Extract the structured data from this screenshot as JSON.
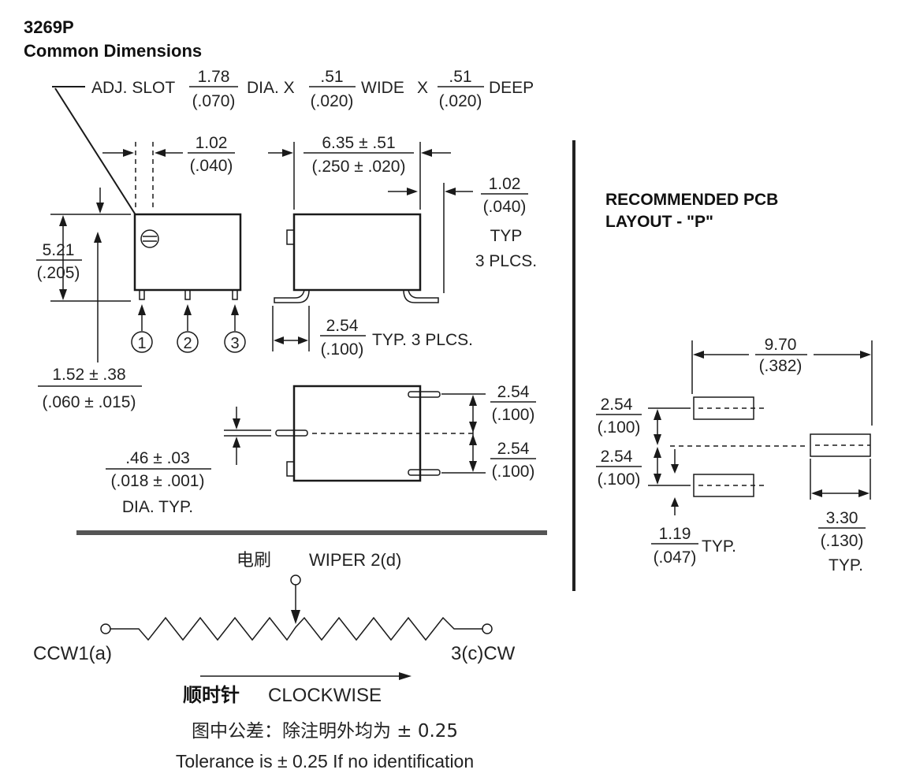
{
  "header": {
    "part_number": "3269P",
    "section_title": "Common Dimensions"
  },
  "adj_slot": {
    "label": "ADJ. SLOT",
    "dia_mm": "1.78",
    "dia_in": "(.070)",
    "dia_word": "DIA. X",
    "wide_mm": ".51",
    "wide_in": "(.020)",
    "wide_word": "WIDE",
    "x_word": "X",
    "deep_mm": ".51",
    "deep_in": "(.020)",
    "deep_word": "DEEP"
  },
  "front_view": {
    "pin_spacing_mm": "1.02",
    "pin_spacing_in": "(.040)",
    "height_mm": "5.21",
    "height_in": "(.205)",
    "standoff_mm": "1.52 ± .38",
    "standoff_in": "(.060 ± .015)",
    "pin_labels": [
      "1",
      "2",
      "3"
    ]
  },
  "side_view": {
    "width_mm": "6.35 ± .51",
    "width_in": "(.250 ± .020)",
    "lead_mm": "1.02",
    "lead_in": "(.040)",
    "lead_note_1": "TYP",
    "lead_note_2": "3 PLCS.",
    "pitch_mm": "2.54",
    "pitch_in": "(.100)",
    "pitch_note": "TYP. 3 PLCS."
  },
  "bottom_view": {
    "pin_dia_mm": ".46 ± .03",
    "pin_dia_in": "(.018 ± .001)",
    "pin_dia_note": "DIA. TYP.",
    "pitch_top_mm": "2.54",
    "pitch_top_in": "(.100)",
    "pitch_bottom_mm": "2.54",
    "pitch_bottom_in": "(.100)"
  },
  "pcb": {
    "title_line1": "RECOMMENDED PCB",
    "title_line2": "LAYOUT - \"P\"",
    "span_mm": "9.70",
    "span_in": "(.382)",
    "pitch1_mm": "2.54",
    "pitch1_in": "(.100)",
    "pitch2_mm": "2.54",
    "pitch2_in": "(.100)",
    "pad_h_mm": "1.19",
    "pad_h_in": "(.047)",
    "pad_h_note": "TYP.",
    "pad_w_mm": "3.30",
    "pad_w_in": "(.130)",
    "pad_w_note": "TYP."
  },
  "schematic": {
    "wiper_cn": "电刷",
    "wiper_label": "WIPER 2(d)",
    "ccw_label": "CCW1(a)",
    "cw_label": "3(c)CW",
    "clockwise_cn": "顺时针",
    "clockwise_label": "CLOCKWISE"
  },
  "tolerance": {
    "cn": "图中公差：除注明外均为 ± 0.25",
    "en": "Tolerance is ± 0.25 If no identification"
  }
}
